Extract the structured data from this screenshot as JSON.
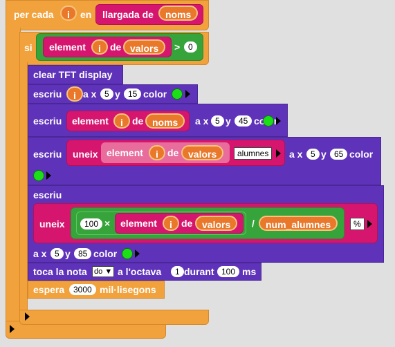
{
  "for_block": {
    "label": "per cada",
    "var": "i",
    "in": "en",
    "func": "llargada de",
    "list": "noms"
  },
  "if_block": {
    "label": "si",
    "element": "element",
    "var": "i",
    "of": "de",
    "list": "valors",
    "op": ">",
    "rhs": "0"
  },
  "clear": {
    "label": "clear TFT display"
  },
  "write1": {
    "label": "escriu",
    "value": "i",
    "ax": "a x",
    "x": "5",
    "y_label": "y",
    "y": "15",
    "color": "color"
  },
  "write2": {
    "label": "escriu",
    "element": "element",
    "var": "i",
    "of": "de",
    "list": "noms",
    "ax": "a x",
    "x": "5",
    "y_label": "y",
    "y": "45",
    "color": "color"
  },
  "write3": {
    "label": "escriu",
    "join": "uneix",
    "element": "element",
    "var": "i",
    "of": "de",
    "list": "valors",
    "text": "alumnes",
    "ax": "a x",
    "x": "5",
    "y_label": "y",
    "y": "65",
    "color": "color"
  },
  "write4": {
    "label": "escriu",
    "join": "uneix",
    "num": "100",
    "times": "×",
    "element": "element",
    "var": "i",
    "of": "de",
    "list": "valors",
    "div": "/",
    "var2": "num_alumnes",
    "text": "%",
    "ax": "a x",
    "x": "5",
    "y_label": "y",
    "y": "85",
    "color": "color"
  },
  "tone": {
    "label": "toca la nota",
    "note": "do",
    "oct": "a l'octava",
    "octave": "1",
    "dur": "durant",
    "ms_val": "100",
    "ms": "ms"
  },
  "wait": {
    "label": "espera",
    "value": "3000",
    "unit": "mil·lisegons"
  },
  "colors": {
    "control": "#f2a23c",
    "logic": "#36a43a",
    "tft": "#5f33b9",
    "text": "#d6166e",
    "variable": "#e9782a",
    "swatch": "#1ce017"
  }
}
